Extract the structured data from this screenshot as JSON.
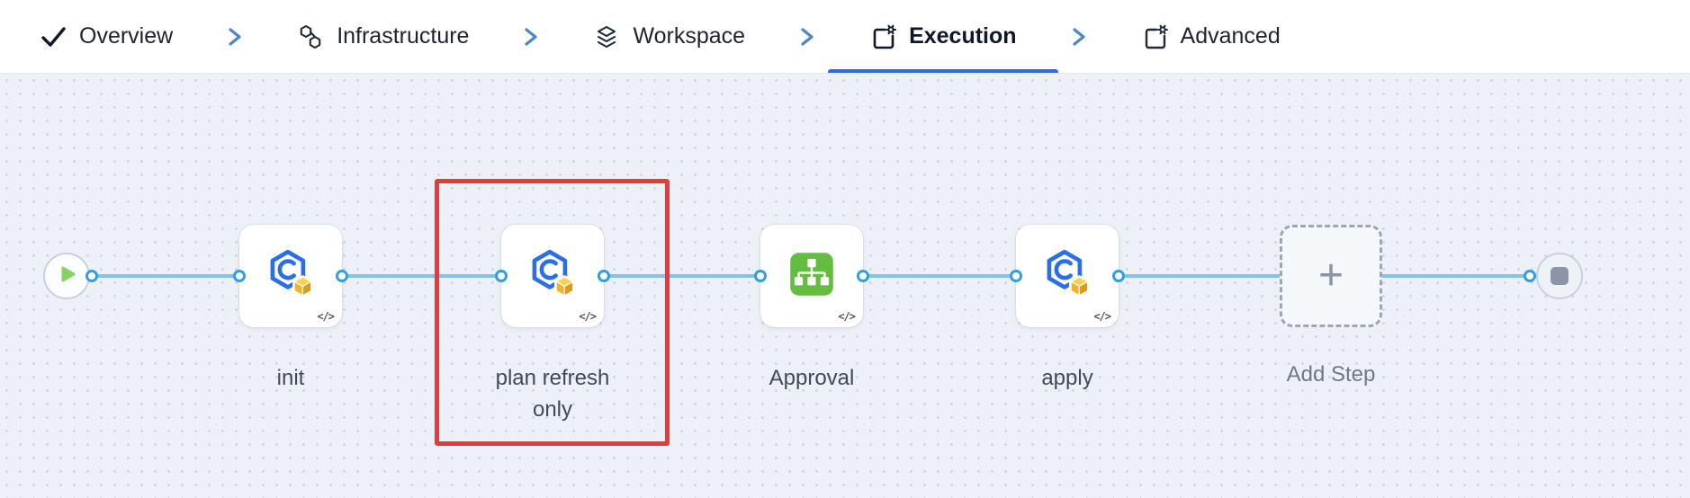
{
  "nav": {
    "tabs": [
      {
        "label": "Overview",
        "icon": "check-icon",
        "active": false
      },
      {
        "label": "Infrastructure",
        "icon": "hexagons-icon",
        "active": false
      },
      {
        "label": "Workspace",
        "icon": "layers-icon",
        "active": false
      },
      {
        "label": "Execution",
        "icon": "box-gear-icon",
        "active": true
      },
      {
        "label": "Advanced",
        "icon": "box-gear-icon",
        "active": false
      }
    ]
  },
  "pipeline": {
    "steps": [
      {
        "label": "init",
        "icon": "terraform-cube-icon",
        "code_badge": "</>",
        "highlighted": false
      },
      {
        "label": "plan refresh only",
        "icon": "terraform-cube-icon",
        "code_badge": "</>",
        "highlighted": true
      },
      {
        "label": "Approval",
        "icon": "approval-sitemap-icon",
        "code_badge": "</>",
        "highlighted": false
      },
      {
        "label": "apply",
        "icon": "terraform-cube-icon",
        "code_badge": "</>",
        "highlighted": false
      }
    ],
    "add_step": {
      "label": "Add Step",
      "plus": "+"
    }
  },
  "colors": {
    "active_tab_underline": "#2b6ce5",
    "connector_line": "#7cc3ef",
    "port_border": "#2e9fe6",
    "highlight_border": "#e23c3c",
    "approval_green": "#63bd3f",
    "hexagon_blue": "#2a6fe8",
    "cube_yellow": "#f5c022",
    "start_play_green": "#87d262",
    "canvas_background": "#edf1f7"
  }
}
